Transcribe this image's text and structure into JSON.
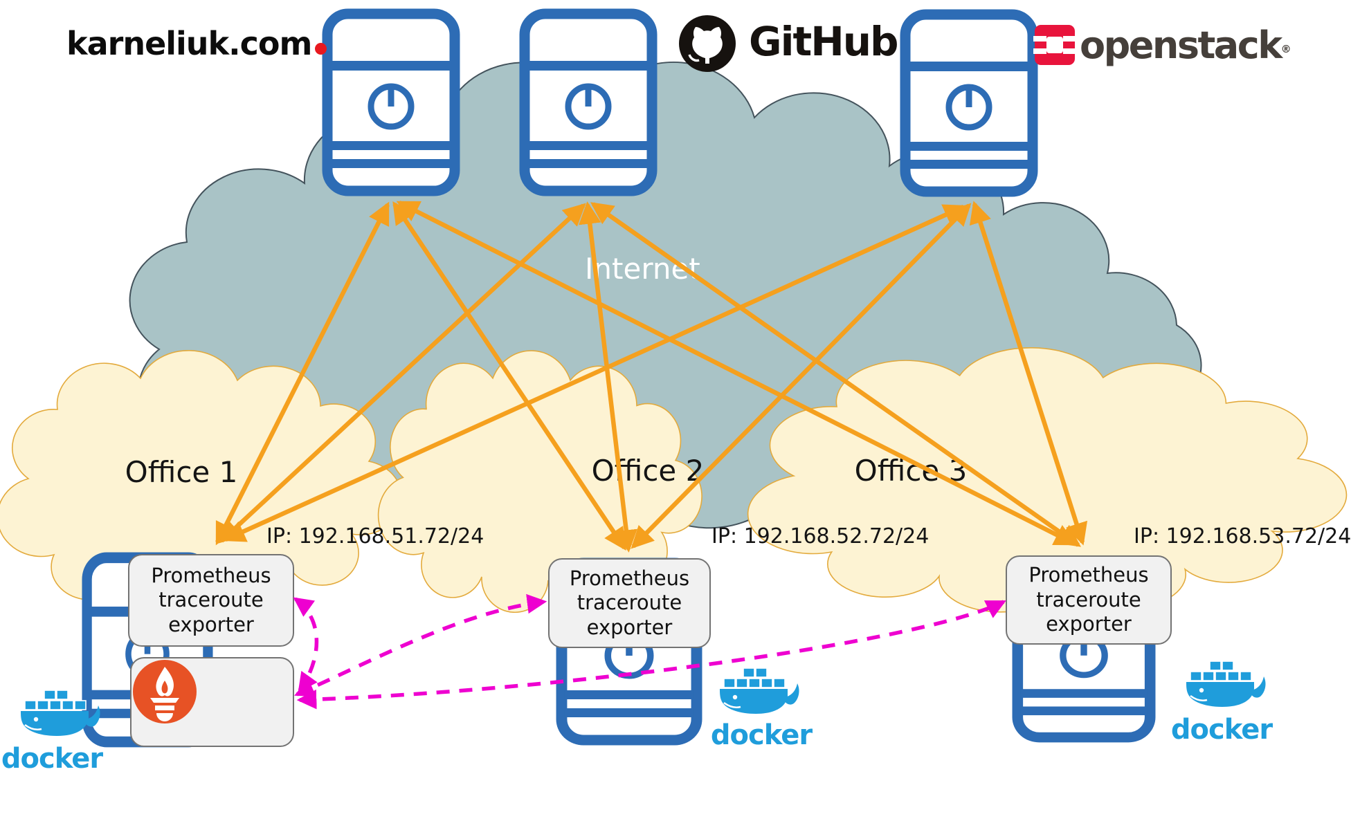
{
  "header": {
    "karneliuk_logo": "karneliuk.com",
    "github_label": "GitHub",
    "openstack_label": "openstack",
    "openstack_reg": "®"
  },
  "internet": {
    "label": "Internet"
  },
  "offices": [
    {
      "name": "Office 1",
      "ip": "IP: 192.168.51.72/24",
      "exporter": "Prometheus traceroute exporter",
      "docker": "docker"
    },
    {
      "name": "Office 2",
      "ip": "IP: 192.168.52.72/24",
      "exporter": "Prometheus traceroute exporter",
      "docker": "docker"
    },
    {
      "name": "Office 3",
      "ip": "IP: 192.168.53.72/24",
      "exporter": "Prometheus traceroute exporter",
      "docker": "docker"
    }
  ],
  "icons": {
    "server": "server-icon",
    "power": "power-button-glyph",
    "prometheus": "prometheus-flame-icon",
    "docker_whale": "docker-whale-icon",
    "github_octocat": "github-octocat-icon",
    "openstack_mark": "openstack-square-icon"
  },
  "colors": {
    "server_blue": "#2d6cb5",
    "arrow_orange": "#f5a01e",
    "poll_magenta": "#ee00d0",
    "internet_cloud": "#a9c3c6",
    "office_cloud": "#fdf3d3",
    "docker_blue": "#1f9ddb",
    "prometheus_orange": "#e75225",
    "openstack_red": "#e8143c"
  }
}
